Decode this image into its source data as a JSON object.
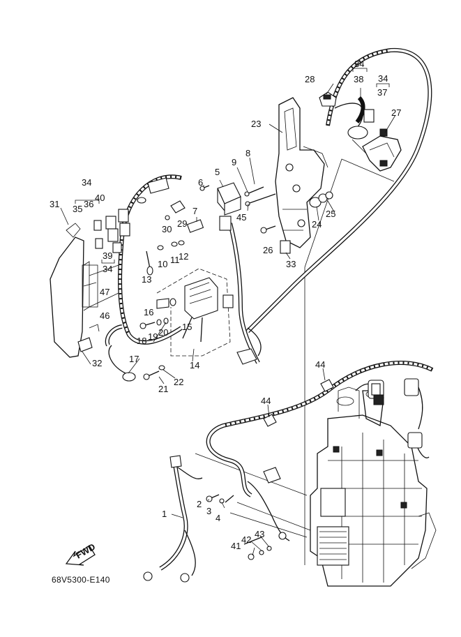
{
  "figure_code": "68V5300-E140",
  "fwd_label": "FWD",
  "callouts": [
    {
      "id": "c1",
      "text": "1"
    },
    {
      "id": "c2",
      "text": "2"
    },
    {
      "id": "c3",
      "text": "3"
    },
    {
      "id": "c4",
      "text": "4"
    },
    {
      "id": "c5",
      "text": "5"
    },
    {
      "id": "c6",
      "text": "6"
    },
    {
      "id": "c7",
      "text": "7"
    },
    {
      "id": "c8",
      "text": "8"
    },
    {
      "id": "c9",
      "text": "9"
    },
    {
      "id": "c10",
      "text": "10"
    },
    {
      "id": "c11",
      "text": "11"
    },
    {
      "id": "c12",
      "text": "12"
    },
    {
      "id": "c13",
      "text": "13"
    },
    {
      "id": "c14",
      "text": "14"
    },
    {
      "id": "c15",
      "text": "15"
    },
    {
      "id": "c16",
      "text": "16"
    },
    {
      "id": "c17",
      "text": "17"
    },
    {
      "id": "c18",
      "text": "18"
    },
    {
      "id": "c19",
      "text": "19"
    },
    {
      "id": "c20",
      "text": "20"
    },
    {
      "id": "c21",
      "text": "21"
    },
    {
      "id": "c22",
      "text": "22"
    },
    {
      "id": "c23",
      "text": "23"
    },
    {
      "id": "c24",
      "text": "24"
    },
    {
      "id": "c25",
      "text": "25"
    },
    {
      "id": "c26",
      "text": "26"
    },
    {
      "id": "c27",
      "text": "27"
    },
    {
      "id": "c28",
      "text": "28"
    },
    {
      "id": "c29",
      "text": "29"
    },
    {
      "id": "c30",
      "text": "30"
    },
    {
      "id": "c31",
      "text": "31"
    },
    {
      "id": "c32",
      "text": "32"
    },
    {
      "id": "c33",
      "text": "33"
    },
    {
      "id": "c34a",
      "text": "34"
    },
    {
      "id": "c34b",
      "text": "34"
    },
    {
      "id": "c34c",
      "text": "34"
    },
    {
      "id": "c34d",
      "text": "34"
    },
    {
      "id": "c35",
      "text": "35"
    },
    {
      "id": "c36",
      "text": "36"
    },
    {
      "id": "c37",
      "text": "37"
    },
    {
      "id": "c38",
      "text": "38"
    },
    {
      "id": "c39",
      "text": "39"
    },
    {
      "id": "c40",
      "text": "40"
    },
    {
      "id": "c41",
      "text": "41"
    },
    {
      "id": "c42",
      "text": "42"
    },
    {
      "id": "c43",
      "text": "43"
    },
    {
      "id": "c44a",
      "text": "44"
    },
    {
      "id": "c44b",
      "text": "44"
    },
    {
      "id": "c45",
      "text": "45"
    },
    {
      "id": "c46",
      "text": "46"
    },
    {
      "id": "c47",
      "text": "47"
    }
  ]
}
